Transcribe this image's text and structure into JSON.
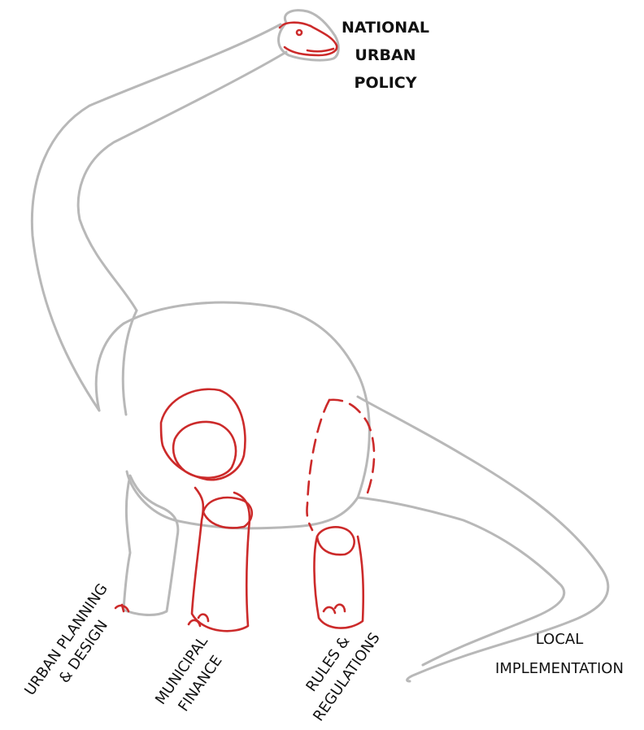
{
  "labels": {
    "head": [
      "NATIONAL",
      "URBAN",
      "POLICY"
    ],
    "front_leg": [
      "URBAN PLANNING",
      "& DESIGN"
    ],
    "middle_leg": [
      "MUNICIPAL",
      "FINANCE"
    ],
    "back_leg": [
      "RULES &",
      "REGULATIONS"
    ],
    "tail": [
      "LOCAL",
      "IMPLEMENTATION"
    ]
  },
  "colors": {
    "outline": "#b8b8b8",
    "highlight": "#cc2a2a",
    "text": "#111111"
  }
}
